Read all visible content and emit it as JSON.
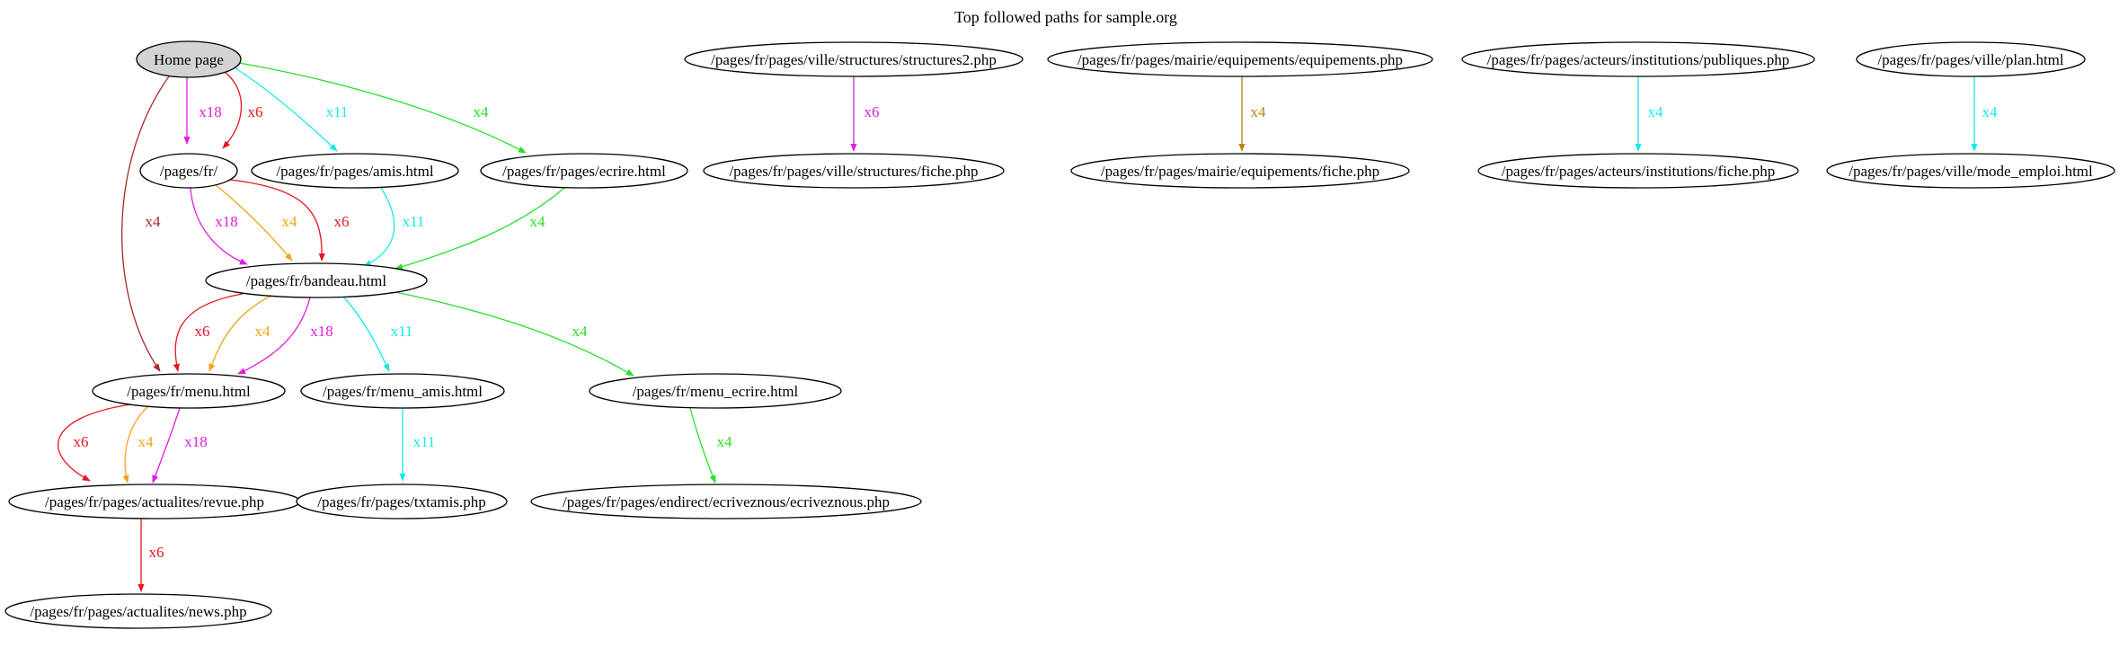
{
  "title": "Top followed paths for sample.org",
  "colors": {
    "red": "#e8141e",
    "magenta": "#e01ce0",
    "cyan": "#18e8e8",
    "green": "#28e028",
    "orange": "#f5a21a",
    "brown": "#a52a2a",
    "gold": "#b8860b",
    "home_fill": "#d3d3d3"
  },
  "nodes": [
    {
      "id": "home",
      "label": "Home page",
      "fill": "home_fill"
    },
    {
      "id": "fr",
      "label": "/pages/fr/"
    },
    {
      "id": "amis",
      "label": "/pages/fr/pages/amis.html"
    },
    {
      "id": "ecrire",
      "label": "/pages/fr/pages/ecrire.html"
    },
    {
      "id": "bandeau",
      "label": "/pages/fr/bandeau.html"
    },
    {
      "id": "menu",
      "label": "/pages/fr/menu.html"
    },
    {
      "id": "menu_amis",
      "label": "/pages/fr/menu_amis.html"
    },
    {
      "id": "menu_ecrire",
      "label": "/pages/fr/menu_ecrire.html"
    },
    {
      "id": "revue",
      "label": "/pages/fr/pages/actualites/revue.php"
    },
    {
      "id": "txtamis",
      "label": "/pages/fr/pages/txtamis.php"
    },
    {
      "id": "ecriveznous",
      "label": "/pages/fr/pages/endirect/ecriveznous/ecriveznous.php"
    },
    {
      "id": "news",
      "label": "/pages/fr/pages/actualites/news.php"
    },
    {
      "id": "structures2",
      "label": "/pages/fr/pages/ville/structures/structures2.php"
    },
    {
      "id": "structfiche",
      "label": "/pages/fr/pages/ville/structures/fiche.php"
    },
    {
      "id": "equipements",
      "label": "/pages/fr/pages/mairie/equipements/equipements.php"
    },
    {
      "id": "equipfiche",
      "label": "/pages/fr/pages/mairie/equipements/fiche.php"
    },
    {
      "id": "publiques",
      "label": "/pages/fr/pages/acteurs/institutions/publiques.php"
    },
    {
      "id": "instfiche",
      "label": "/pages/fr/pages/acteurs/institutions/fiche.php"
    },
    {
      "id": "plan",
      "label": "/pages/fr/pages/ville/plan.html"
    },
    {
      "id": "modeemploi",
      "label": "/pages/fr/pages/ville/mode_emploi.html"
    }
  ],
  "edges": [
    {
      "id": "home-fr-m",
      "from": "home",
      "to": "fr",
      "label": "x18",
      "color": "magenta"
    },
    {
      "id": "home-fr-r",
      "from": "home",
      "to": "fr",
      "label": "x6",
      "color": "red"
    },
    {
      "id": "home-amis",
      "from": "home",
      "to": "amis",
      "label": "x11",
      "color": "cyan"
    },
    {
      "id": "home-ecrire",
      "from": "home",
      "to": "ecrire",
      "label": "x4",
      "color": "green"
    },
    {
      "id": "home-menu",
      "from": "home",
      "to": "menu",
      "label": "x4",
      "color": "brown"
    },
    {
      "id": "fr-bandeau-m",
      "from": "fr",
      "to": "bandeau",
      "label": "x18",
      "color": "magenta"
    },
    {
      "id": "fr-bandeau-o",
      "from": "fr",
      "to": "bandeau",
      "label": "x4",
      "color": "orange"
    },
    {
      "id": "fr-bandeau-r",
      "from": "fr",
      "to": "bandeau",
      "label": "x6",
      "color": "red"
    },
    {
      "id": "amis-bandeau",
      "from": "amis",
      "to": "bandeau",
      "label": "x11",
      "color": "cyan"
    },
    {
      "id": "ecrire-bandeau",
      "from": "ecrire",
      "to": "bandeau",
      "label": "x4",
      "color": "green"
    },
    {
      "id": "bandeau-menu-r",
      "from": "bandeau",
      "to": "menu",
      "label": "x6",
      "color": "red"
    },
    {
      "id": "bandeau-menu-o",
      "from": "bandeau",
      "to": "menu",
      "label": "x4",
      "color": "orange"
    },
    {
      "id": "bandeau-menu-m",
      "from": "bandeau",
      "to": "menu",
      "label": "x18",
      "color": "magenta"
    },
    {
      "id": "bandeau-menuamis",
      "from": "bandeau",
      "to": "menu_amis",
      "label": "x11",
      "color": "cyan"
    },
    {
      "id": "bandeau-menuecrire",
      "from": "bandeau",
      "to": "menu_ecrire",
      "label": "x4",
      "color": "green"
    },
    {
      "id": "menu-revue-r",
      "from": "menu",
      "to": "revue",
      "label": "x6",
      "color": "red"
    },
    {
      "id": "menu-revue-o",
      "from": "menu",
      "to": "revue",
      "label": "x4",
      "color": "orange"
    },
    {
      "id": "menu-revue-m",
      "from": "menu",
      "to": "revue",
      "label": "x18",
      "color": "magenta"
    },
    {
      "id": "menuamis-txtamis",
      "from": "menu_amis",
      "to": "txtamis",
      "label": "x11",
      "color": "cyan"
    },
    {
      "id": "menuecrire-ecriveznous",
      "from": "menu_ecrire",
      "to": "ecriveznous",
      "label": "x4",
      "color": "green"
    },
    {
      "id": "revue-news",
      "from": "revue",
      "to": "news",
      "label": "x6",
      "color": "red"
    },
    {
      "id": "structures2-fiche",
      "from": "structures2",
      "to": "structfiche",
      "label": "x6",
      "color": "magenta"
    },
    {
      "id": "equipements-fiche",
      "from": "equipements",
      "to": "equipfiche",
      "label": "x4",
      "color": "gold"
    },
    {
      "id": "publiques-fiche",
      "from": "publiques",
      "to": "instfiche",
      "label": "x4",
      "color": "cyan"
    },
    {
      "id": "plan-modeemploi",
      "from": "plan",
      "to": "modeemploi",
      "label": "x4",
      "color": "cyan"
    }
  ]
}
